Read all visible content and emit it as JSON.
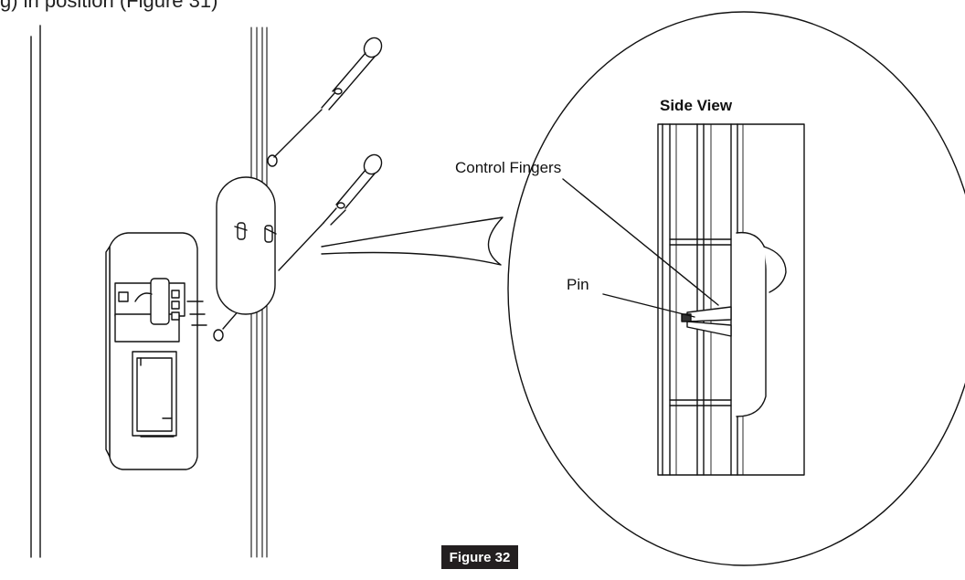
{
  "header_fragment": "g) in position (Figure 31)",
  "callouts": {
    "side_view": "Side View",
    "control_fingers": "Control Fingers",
    "pin": "Pin"
  },
  "figure_label": "Figure 32"
}
